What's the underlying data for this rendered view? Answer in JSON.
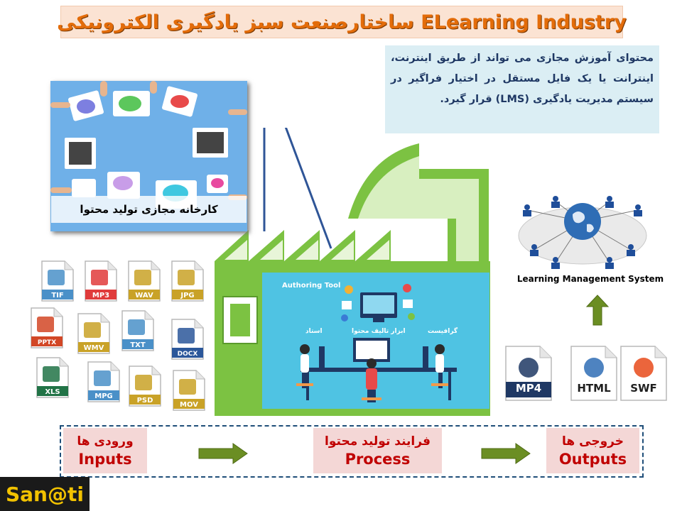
{
  "title": "ساختارصنعت سبز یادگیری الکترونیکی ELearning Industry",
  "info_text": "محتوای آموزش مجازی می تواند از طریق اینترنت، اینترانت یا یک فایل مستقل در اختیار فراگیر در سیستم مدیریت یادگیری (LMS) قرار گیرد.",
  "photo_caption": "کارخانه مجازی تولید محتوا",
  "screen": {
    "label": "Authoring Tool",
    "roles": {
      "left": "استاد",
      "center": "ابزار تالیف محتوا",
      "right": "گرافیست"
    }
  },
  "input_files": [
    {
      "label": "TIF",
      "icon": "image-file-icon",
      "color": "#4a90c8"
    },
    {
      "label": "MP3",
      "icon": "audio-file-icon",
      "color": "#e03b3b"
    },
    {
      "label": "WAV",
      "icon": "speaker-file-icon",
      "color": "#c9a227"
    },
    {
      "label": "JPG",
      "icon": "image-file-icon",
      "color": "#c9a227"
    },
    {
      "label": "PPTX",
      "icon": "powerpoint-file-icon",
      "color": "#d24726"
    },
    {
      "label": "WMV",
      "icon": "video-file-icon",
      "color": "#c9a227"
    },
    {
      "label": "TXT",
      "icon": "text-file-icon",
      "color": "#4a90c8"
    },
    {
      "label": "DOCX",
      "icon": "word-file-icon",
      "color": "#2b579a"
    },
    {
      "label": "XLS",
      "icon": "excel-file-icon",
      "color": "#217346"
    },
    {
      "label": "MPG",
      "icon": "video-file-icon",
      "color": "#4a90c8"
    },
    {
      "label": "PSD",
      "icon": "layers-file-icon",
      "color": "#c9a227"
    },
    {
      "label": "MOV",
      "icon": "clapper-file-icon",
      "color": "#c9a227"
    }
  ],
  "output_files": [
    {
      "label": "MP4",
      "icon": "mp4-file-icon"
    },
    {
      "label": "HTML",
      "icon": "html-file-icon"
    },
    {
      "label": "SWF",
      "icon": "flash-file-icon"
    }
  ],
  "lms_label": "Learning Management System",
  "stages": {
    "inputs": {
      "fa": "ورودی ها",
      "en": "Inputs"
    },
    "process": {
      "fa": "فرایند تولید محتوا",
      "en": "Process"
    },
    "outputs": {
      "fa": "خروجی ها",
      "en": "Outputs"
    }
  },
  "logo": "San@ti",
  "colors": {
    "factory": "#7cc242",
    "arrow": "#6b8e23",
    "stage_text": "#c00000",
    "title": "#e36c0a"
  }
}
